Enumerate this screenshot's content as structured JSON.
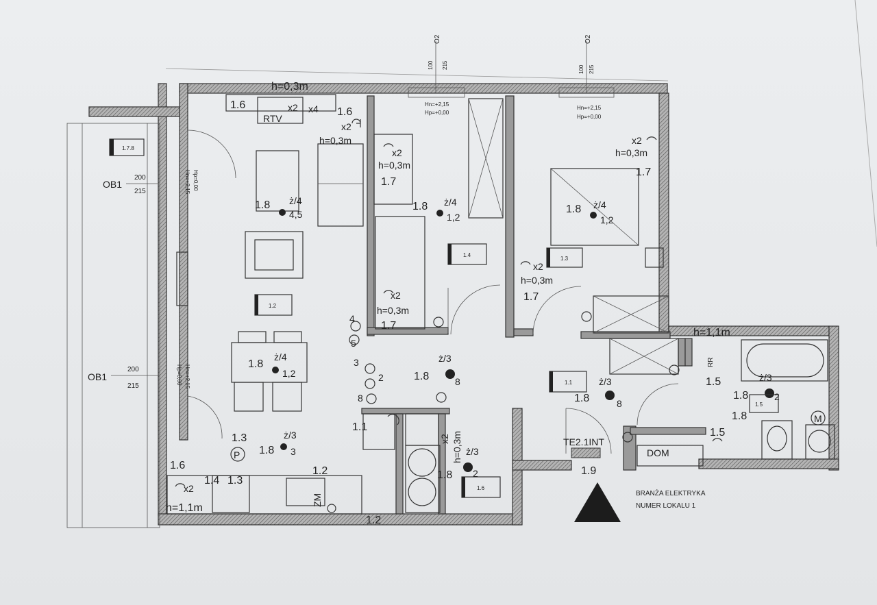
{
  "wall_heights": {
    "h_top": "h=0,3m",
    "h_bath": "h=1,1m",
    "h_kitchen": "h=1,1m"
  },
  "window_top_1": {
    "code": "O2",
    "w": "100",
    "h": "215",
    "hn": "Hn=+2,15",
    "hp": "Hp=+0,00"
  },
  "window_top_2": {
    "code": "O2",
    "w": "100",
    "h": "215",
    "hn": "Hn=+2,15",
    "hp": "Hp=+0,00"
  },
  "balcony_door_1": {
    "code": "OB1",
    "w": "200",
    "h": "215",
    "hp": "Hp=0,00",
    "hn": "Hn=+2,15"
  },
  "balcony_door_2": {
    "code": "OB1",
    "w": "200",
    "h": "215",
    "hp": "Hp=0,00",
    "hn": "Hn=+2,15"
  },
  "rooms": {
    "r178": "1.7.8",
    "r12": "1.2",
    "r14": "1.4",
    "r13": "1.3",
    "r11": "1.1",
    "r16": "1.6",
    "r15": "1.5"
  },
  "living": {
    "sock_a_circuit": "1.6",
    "sock_a_mult": "x2",
    "sock_b_mult": "x4",
    "rtv": "RTV",
    "sock_c_circuit": "1.6",
    "sock_c_mult": "x2",
    "sock_c_h": "h=0,3m",
    "light1_circuit": "1.8",
    "light1_sw": "ż/4",
    "light1_num": "4,5",
    "light2_circuit": "1.8",
    "light2_sw": "ż/4",
    "light2_num": "1,2",
    "light3_circuit": "1.3",
    "light3_sw": "ż/3",
    "light3_c": "1.8",
    "light3_num": "3",
    "p_symbol": "P"
  },
  "kitchen": {
    "c16": "1.6",
    "mult": "x2",
    "c14": "1.4",
    "c13": "1.3",
    "c12": "1.2",
    "zm": "ZM",
    "c12b": "1.2"
  },
  "room14": {
    "sock1_mult": "x2",
    "sock1_h": "h=0,3m",
    "sock1_c": "1.7",
    "light_c": "1.8",
    "light_sw": "ż/4",
    "light_num": "1,2",
    "sock2_mult": "x2",
    "sock2_h": "h=0,3m",
    "sock2_c": "1.7"
  },
  "room13": {
    "sock1_mult": "x2",
    "sock1_h": "h=0,3m",
    "sock1_c": "1.7",
    "light_c": "1.8",
    "light_sw": "ż/4",
    "light_num": "1,2",
    "sock2_mult": "x2",
    "sock2_h": "h=0,3m",
    "sock2_c": "1.7"
  },
  "hall": {
    "light1_c": "1.8",
    "light1_sw": "ż/3",
    "light1_num": "8",
    "light2_c": "1.8",
    "light2_sw": "ż/3",
    "light2_num": "8",
    "c11": "1.1",
    "sock_mult": "x2",
    "sock_h": "h=0,3m",
    "light3_c": "1.8",
    "light3_sw": "ż/3",
    "light3_num": "2",
    "te": "TE2.1INT",
    "c19": "1.9",
    "sw_a": "5",
    "sw_b": "4",
    "sw_c": "3",
    "sw_d": "2",
    "sw_e": "8"
  },
  "bath": {
    "h_label": "h=1,1m",
    "rr": "RR",
    "c15": "1.5",
    "light_c": "1.8",
    "light_sw": "ż/3",
    "light_num": "2",
    "c18": "1.8",
    "c15b": "1.5",
    "m": "M",
    "dom": "DOM"
  },
  "legend": {
    "line1": "BRANŻA ELEKTRYKA",
    "line2": "NUMER LOKALU 1"
  }
}
